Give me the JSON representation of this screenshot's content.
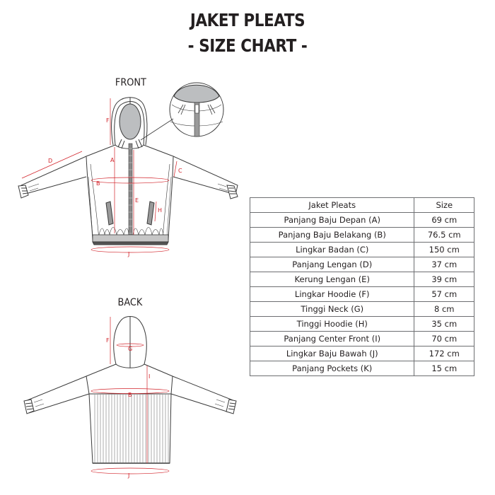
{
  "header": {
    "title": "JAKET PLEATS",
    "subtitle": "- SIZE CHART -"
  },
  "views": {
    "front_label": "FRONT",
    "back_label": "BACK"
  },
  "measure_labels": {
    "A": "A",
    "B": "B",
    "C": "C",
    "D": "D",
    "E": "E",
    "F": "F",
    "G": "G",
    "H": "H",
    "I": "I",
    "J": "J"
  },
  "colors": {
    "text": "#231f20",
    "measure_red": "#d2232a",
    "line": "#3a3a3a",
    "hood_fill": "#bcbec0",
    "table_border": "#6d6e71"
  },
  "table": {
    "headers": [
      "Jaket Pleats",
      "Size"
    ],
    "rows": [
      {
        "name": "Panjang Baju Depan (A)",
        "size": "69 cm"
      },
      {
        "name": "Panjang Baju Belakang (B)",
        "size": "76.5 cm"
      },
      {
        "name": "Lingkar Badan (C)",
        "size": "150 cm"
      },
      {
        "name": "Panjang Lengan (D)",
        "size": "37 cm"
      },
      {
        "name": "Kerung Lengan (E)",
        "size": "39 cm"
      },
      {
        "name": "Lingkar Hoodie (F)",
        "size": "57 cm"
      },
      {
        "name": "Tinggi Neck (G)",
        "size": "8 cm"
      },
      {
        "name": "Tinggi Hoodie (H)",
        "size": "35 cm"
      },
      {
        "name": "Panjang Center Front (I)",
        "size": "70 cm"
      },
      {
        "name": "Lingkar Baju Bawah (J)",
        "size": "172 cm"
      },
      {
        "name": "Panjang Pockets (K)",
        "size": "15 cm"
      }
    ]
  }
}
